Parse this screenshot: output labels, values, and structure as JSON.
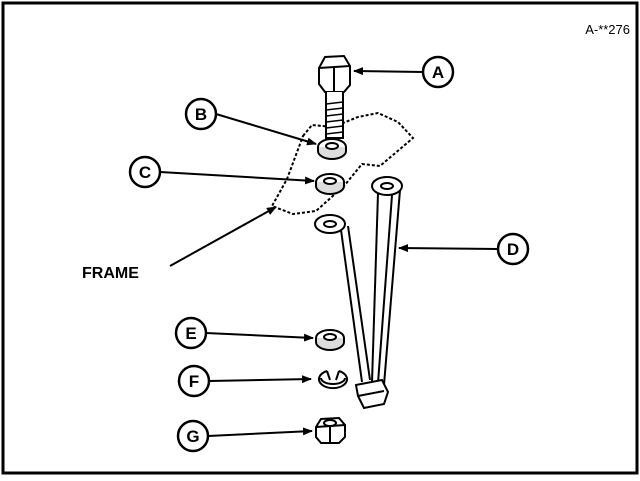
{
  "figure": {
    "id": "A-**276",
    "frame_label": "FRAME",
    "callouts": [
      {
        "letter": "A",
        "part": "bolt"
      },
      {
        "letter": "B",
        "part": "washer-top"
      },
      {
        "letter": "C",
        "part": "washer-below-frame"
      },
      {
        "letter": "D",
        "part": "bracket"
      },
      {
        "letter": "E",
        "part": "washer-bottom"
      },
      {
        "letter": "F",
        "part": "lock-washer"
      },
      {
        "letter": "G",
        "part": "nut"
      }
    ],
    "colors": {
      "line": "#000000",
      "background": "#ffffff"
    }
  }
}
